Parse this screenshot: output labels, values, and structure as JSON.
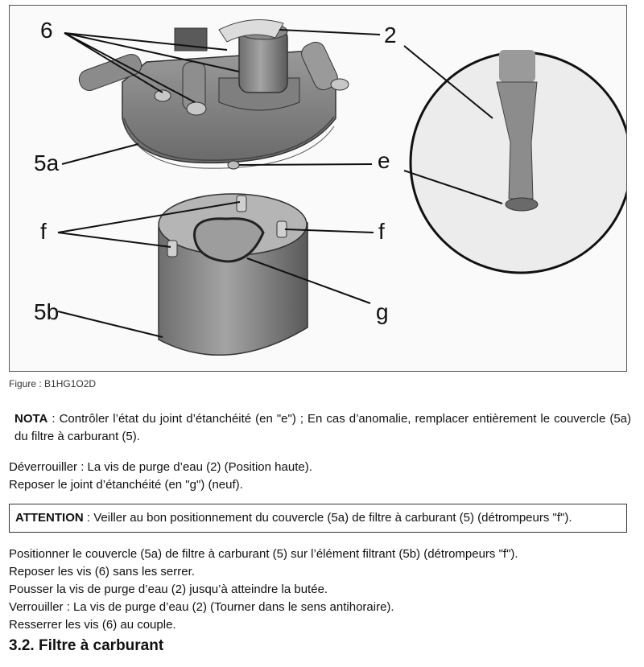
{
  "figure": {
    "callouts": {
      "c6": "6",
      "c2": "2",
      "c5a": "5a",
      "ce": "e",
      "cf_left": "f",
      "cf_right": "f",
      "c5b": "5b",
      "cg": "g"
    },
    "caption": "Figure : B1HG1O2D"
  },
  "nota": {
    "label": "NOTA",
    "text": " : Contrôler l’état du joint d’étanchéité  (en \"e\") ; En cas d’anomalie, remplacer entièrement le couvercle (5a) du filtre à carburant (5)."
  },
  "steps_a": [
    "Déverrouiller : La vis de purge d’eau (2) (Position haute).",
    "Reposer le joint d’étanchéité  (en \"g\") (neuf)."
  ],
  "attention": {
    "label": "ATTENTION",
    "text": " : Veiller au bon positionnement du couvercle (5a) de filtre à carburant (5) (détrompeurs \"f\")."
  },
  "steps_b": [
    "Positionner le couvercle (5a) de filtre à carburant (5) sur l’élément filtrant (5b) (détrompeurs \"f\").",
    "Reposer les vis (6) sans les serrer.",
    "Pousser la vis de purge d’eau (2) jusqu’à atteindre la butée.",
    "Verrouiller : La vis de purge d’eau (2) (Tourner dans le sens antihoraire).",
    "Resserrer les vis (6) au couple."
  ],
  "section_heading": "3.2. Filtre à carburant"
}
